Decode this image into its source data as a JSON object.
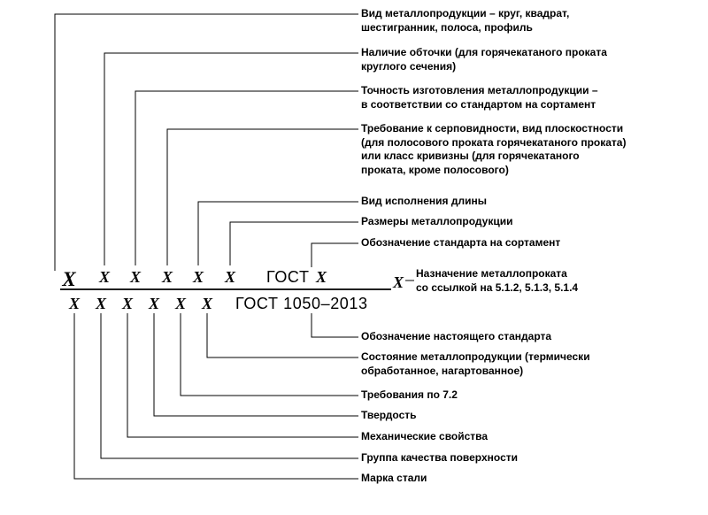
{
  "diagram": {
    "formula": {
      "product_type_x": "X",
      "numerator_x": [
        "X",
        "X",
        "X",
        "X",
        "X"
      ],
      "numerator_gost": "ГОСТ",
      "sortament_x": "X",
      "denominator_x": [
        "X",
        "X",
        "X",
        "X",
        "X",
        "X"
      ],
      "denominator_gost": "ГОСТ 1050–2013",
      "purpose_x": "X"
    },
    "top_labels": [
      {
        "lines": [
          "Вид металлопродукции – круг, квадрат,",
          "шестигранник, полоса, профиль"
        ]
      },
      {
        "lines": [
          "Наличие обточки (для горячекатаного проката",
          "круглого сечения)"
        ]
      },
      {
        "lines": [
          "Точность изготовления металлопродукции –",
          "в соответствии со стандартом на сортамент"
        ]
      },
      {
        "lines": [
          "Требование к серповидности, вид плоскостности",
          "(для полосового проката горячекатаного проката)",
          "или класс кривизны (для горячекатаного",
          "проката, кроме полосового)"
        ]
      },
      {
        "lines": [
          "Вид исполнения длины"
        ]
      },
      {
        "lines": [
          "Размеры металлопродукции"
        ]
      },
      {
        "lines": [
          "Обозначение стандарта на сортамент"
        ]
      }
    ],
    "right_label": {
      "lines": [
        "Назначение металлопроката",
        "со ссылкой на 5.1.2, 5.1.3, 5.1.4"
      ]
    },
    "bottom_labels": [
      {
        "lines": [
          "Обозначение настоящего стандарта"
        ]
      },
      {
        "lines": [
          "Состояние металлопродукции (термически",
          "обработанное, нагартованное)"
        ]
      },
      {
        "lines": [
          "Требования по 7.2"
        ]
      },
      {
        "lines": [
          "Твердость"
        ]
      },
      {
        "lines": [
          "Механические свойства"
        ]
      },
      {
        "lines": [
          "Группа качества поверхности"
        ]
      },
      {
        "lines": [
          "Марка стали"
        ]
      }
    ],
    "colors": {
      "background": "#ffffff",
      "line": "#000000",
      "text": "#000000"
    }
  }
}
